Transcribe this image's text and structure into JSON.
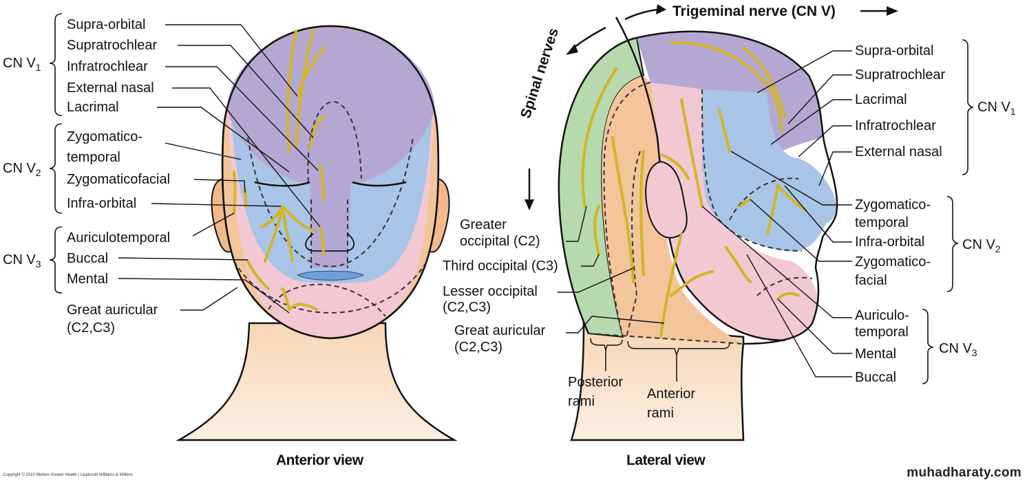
{
  "title": "Trigeminal nerve (CN V)",
  "spinal_label": "Spinal nerves",
  "anterior": {
    "caption": "Anterior view",
    "groups": [
      {
        "name": "CN V",
        "sub": "1",
        "items": [
          "Supra-orbital",
          "Supratrochlear",
          "Infratrochlear",
          "External nasal",
          "Lacrimal"
        ]
      },
      {
        "name": "CN V",
        "sub": "2",
        "items": [
          "Zygomatico-",
          "temporal",
          "Zygomaticofacial",
          "Infra-orbital"
        ]
      },
      {
        "name": "CN V",
        "sub": "3",
        "items": [
          "Auriculotemporal",
          "Buccal",
          "Mental"
        ]
      }
    ],
    "great_auricular": [
      "Great auricular",
      "(C2,C3)"
    ]
  },
  "lateral": {
    "caption": "Lateral view",
    "groups": [
      {
        "name": "CN V",
        "sub": "1",
        "items": [
          "Supra-orbital",
          "Supratrochlear",
          "Lacrimal",
          "Infratrochlear",
          "External nasal"
        ]
      },
      {
        "name": "CN V",
        "sub": "2",
        "items": [
          "Zygomatico-",
          "temporal",
          "Infra-orbital",
          "Zygomatico-",
          "facial"
        ]
      },
      {
        "name": "CN V",
        "sub": "3",
        "items": [
          "Auriculo-",
          "temporal",
          "Mental",
          "Buccal"
        ]
      }
    ],
    "spinal_labels": {
      "greater_occipital": [
        "Greater",
        "occipital (C2)"
      ],
      "third_occipital": "Third occipital (C3)",
      "lesser_occipital": [
        "Lesser occipital",
        "(C2,C3)"
      ],
      "great_auricular": [
        "Great auricular",
        "(C2,C3)"
      ],
      "posterior_rami": [
        "Posterior",
        "rami"
      ],
      "anterior_rami": [
        "Anterior",
        "rami"
      ]
    }
  },
  "colors": {
    "v1": "#b4a8d2",
    "v2": "#a8c4e6",
    "v3": "#f2c8d2",
    "cervical_posterior": "#b6d9ae",
    "cervical_anterior": "#f4c49a",
    "skin": "#fbe5cf",
    "nerve": "#e8d24a"
  },
  "copyright": "Copyright © 2010 Wolters Kluwer Health | Lippincott Williams & Wilkins",
  "watermark": "muhadharaty.com"
}
